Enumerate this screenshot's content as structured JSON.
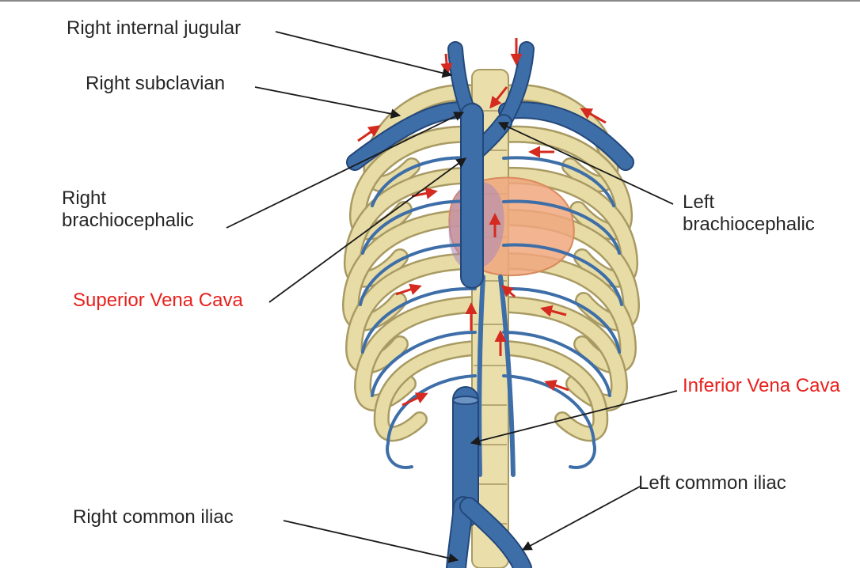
{
  "labels": {
    "right_internal_jugular": "Right internal jugular",
    "right_subclavian": "Right subclavian",
    "right_brachiocephalic": [
      "Right",
      "brachiocephalic"
    ],
    "left_brachiocephalic": [
      "Left",
      "brachiocephalic"
    ],
    "superior_vena_cava": "Superior Vena Cava",
    "inferior_vena_cava": "Inferior Vena Cava",
    "left_common_iliac": "Left common iliac",
    "right_common_iliac": "Right common iliac"
  },
  "colors": {
    "vein": "#3e6ea8",
    "vein_outline": "#23477a",
    "rib": "#e8dca6",
    "rib_outline": "#a89a62",
    "heart": "#f0a77e",
    "heart_overlay": "#a786b8",
    "flow_arrow": "#d42a1f",
    "leader_line": "#1a1a1a",
    "highlight_label": "#e8211d",
    "label": "#262626"
  }
}
